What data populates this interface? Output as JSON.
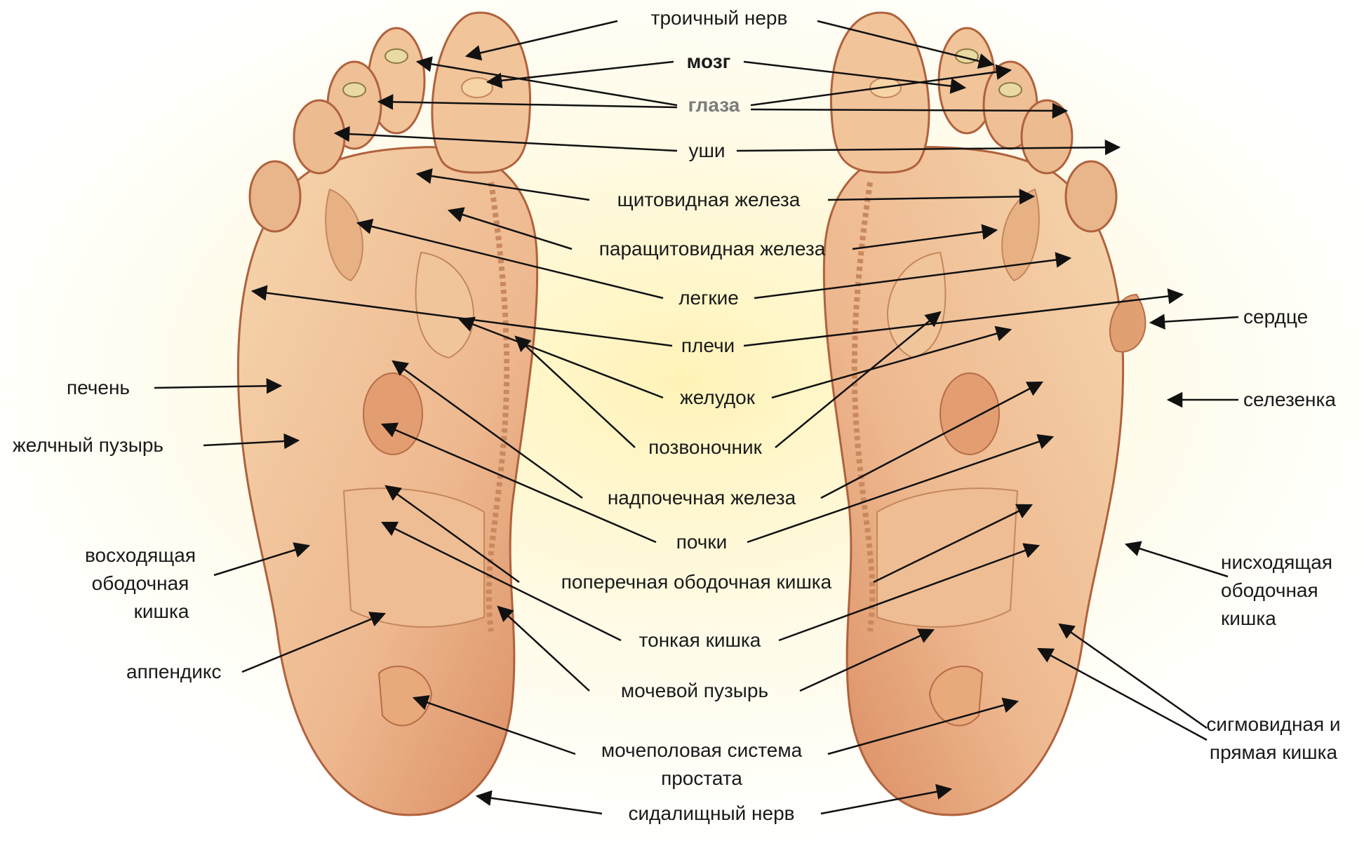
{
  "colors": {
    "skin_light": "#f4cfa3",
    "skin_mid": "#e8a77d",
    "skin_dark": "#c97850",
    "outline": "#b0623d",
    "arrow": "#111111",
    "glow": "#fff4c8"
  },
  "labels": {
    "trigeminal": "троичный нерв",
    "brain": "мозг",
    "eyes": "глаза",
    "ears": "уши",
    "thyroid": "щитовидная железа",
    "parathyroid": "паращитовидная железа",
    "lungs": "легкие",
    "shoulders": "плечи",
    "heart": "сердце",
    "liver": "печень",
    "stomach": "желудок",
    "spleen": "селезенка",
    "gallbladder": "желчный пузырь",
    "spine": "позвоночник",
    "adrenal": "надпочечная железа",
    "kidneys": "почки",
    "ascending_1": "восходящая",
    "ascending_2": "ободочная",
    "ascending_3": "кишка",
    "descending_1": "нисходящая",
    "descending_2": "ободочная",
    "descending_3": "кишка",
    "transverse": "поперечная ободочная кишка",
    "small_intestine": "тонкая кишка",
    "appendix": "аппендикс",
    "bladder": "мочевой пузырь",
    "sigmoid_1": "сигмовидная и",
    "sigmoid_2": "прямая кишка",
    "urogenital_1": "мочеполовая система",
    "urogenital_2": "простата",
    "sciatic": "сидалищный нерв"
  }
}
